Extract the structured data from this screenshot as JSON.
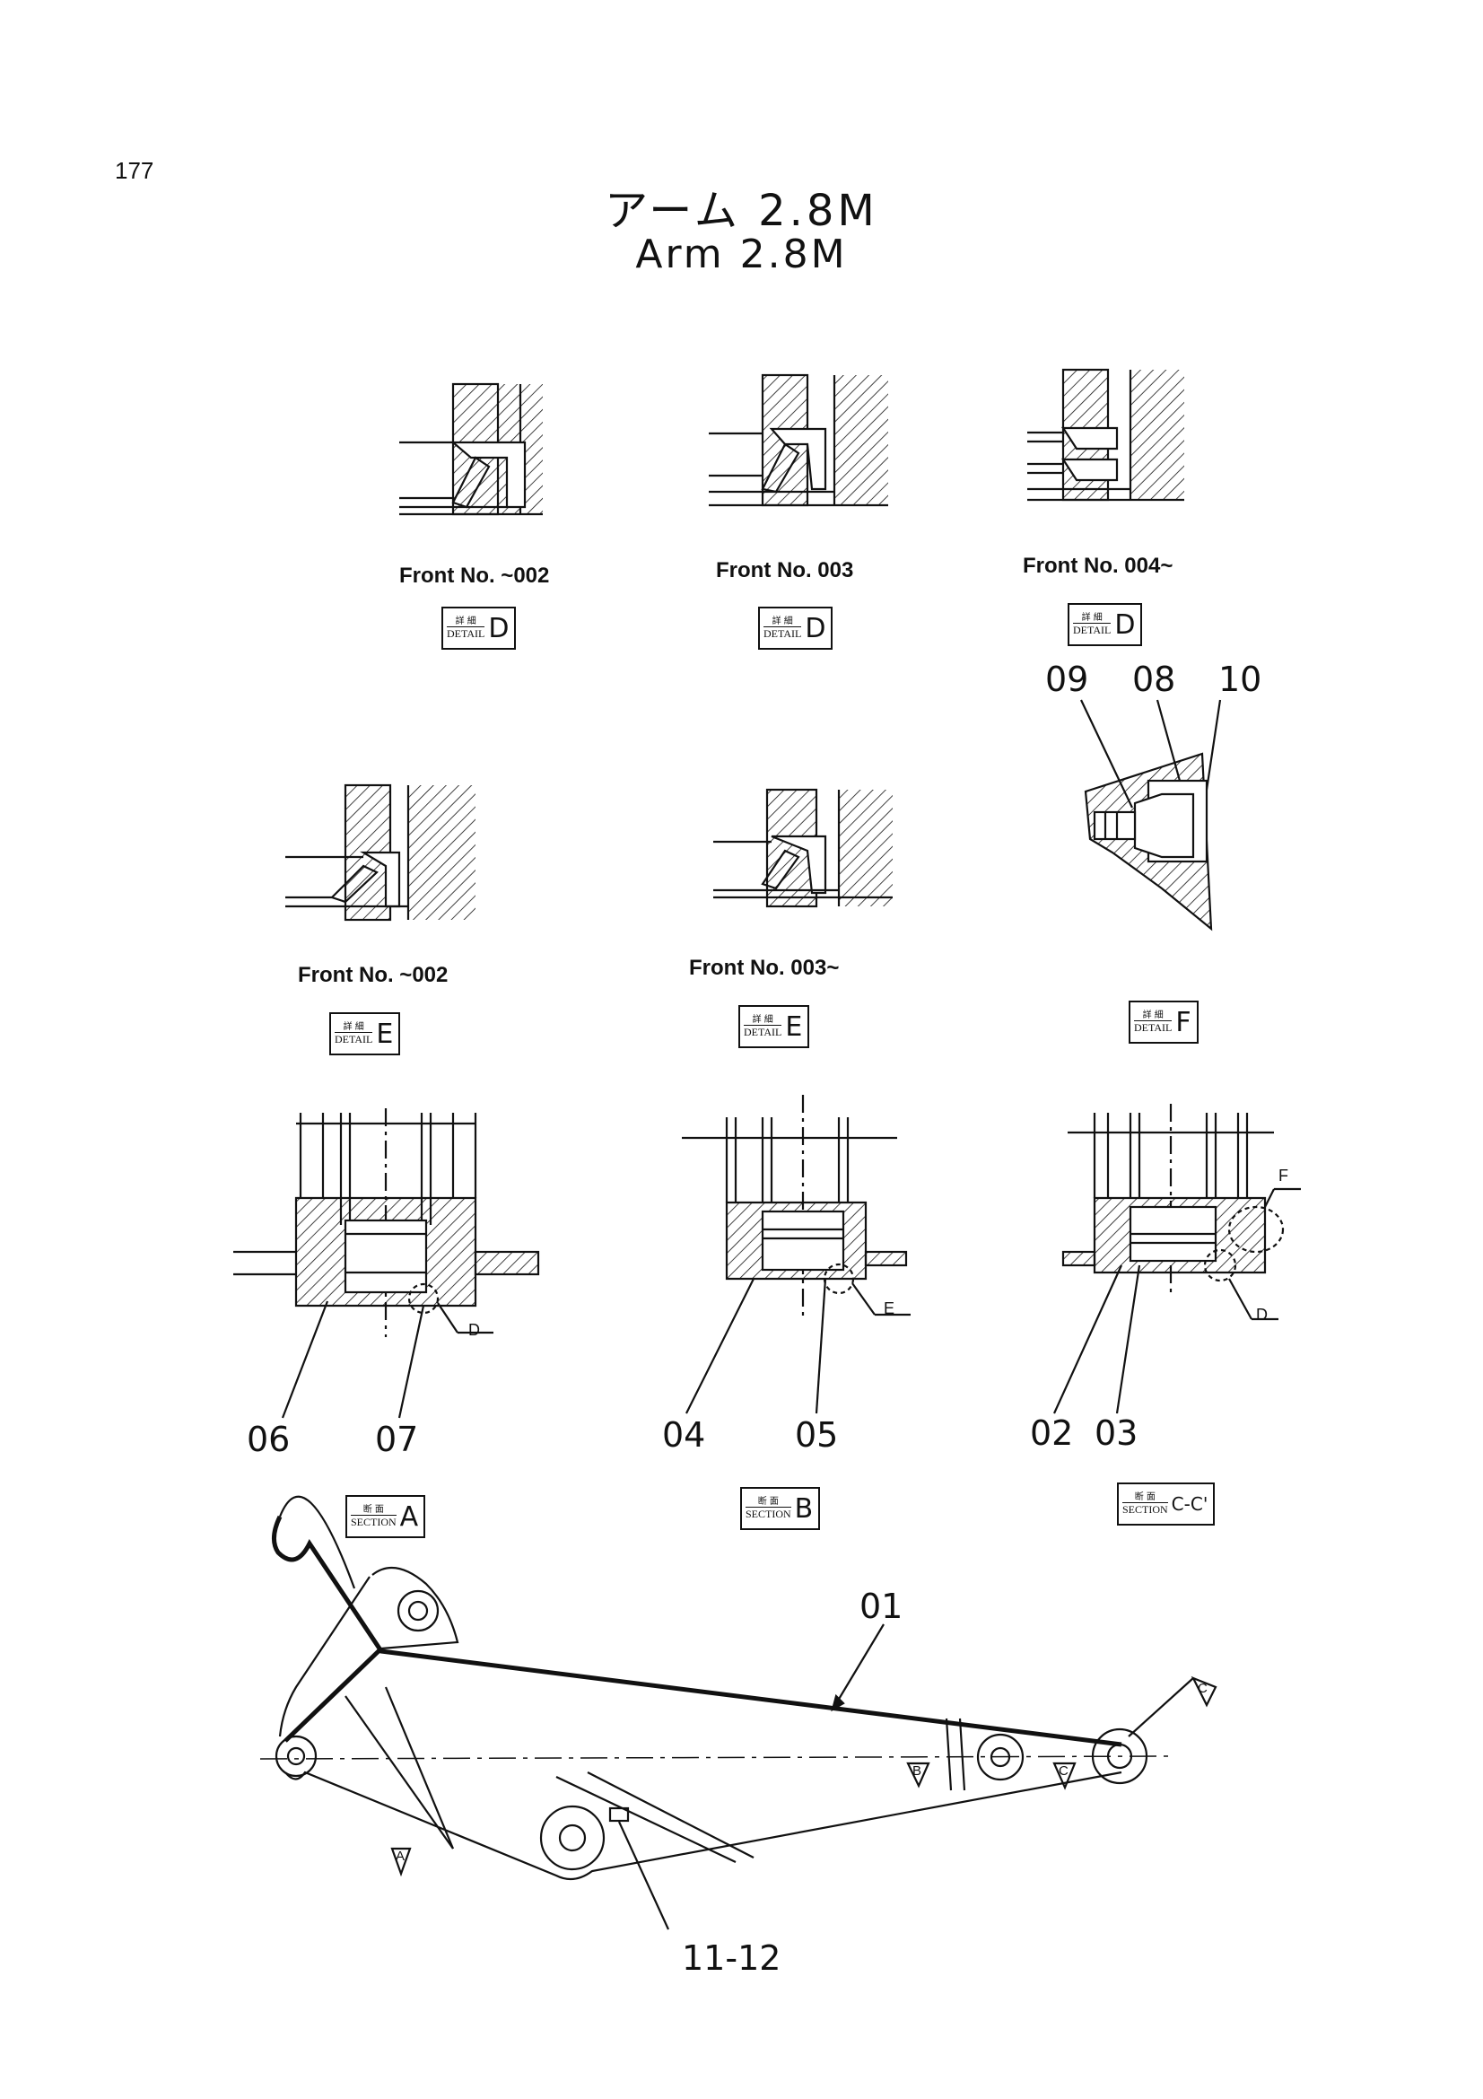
{
  "page_number": "177",
  "title_jp": "アーム 2.8M",
  "title_en": "Arm 2.8M",
  "captions": {
    "d1": "Front No. ~002",
    "d2": "Front No. 003",
    "d3": "Front No. 004~",
    "e1": "Front No. ~002",
    "e2": "Front No. 003~"
  },
  "tags": {
    "detail_jp": "詳 細",
    "detail_en": "DETAIL",
    "section_jp": "断 面",
    "section_en": "SECTION",
    "d": "D",
    "e": "E",
    "f": "F",
    "a": "A",
    "b": "B",
    "cc": "C-C'"
  },
  "part_callouts": {
    "p01": "01",
    "p02": "02",
    "p03": "03",
    "p04": "04",
    "p05": "05",
    "p06": "06",
    "p07": "07",
    "p08": "08",
    "p09": "09",
    "p10": "10",
    "p11_12": "11-12"
  },
  "detail_markers": {
    "d": "D",
    "e": "E",
    "f": "F",
    "a": "A",
    "b": "B",
    "c": "C"
  }
}
